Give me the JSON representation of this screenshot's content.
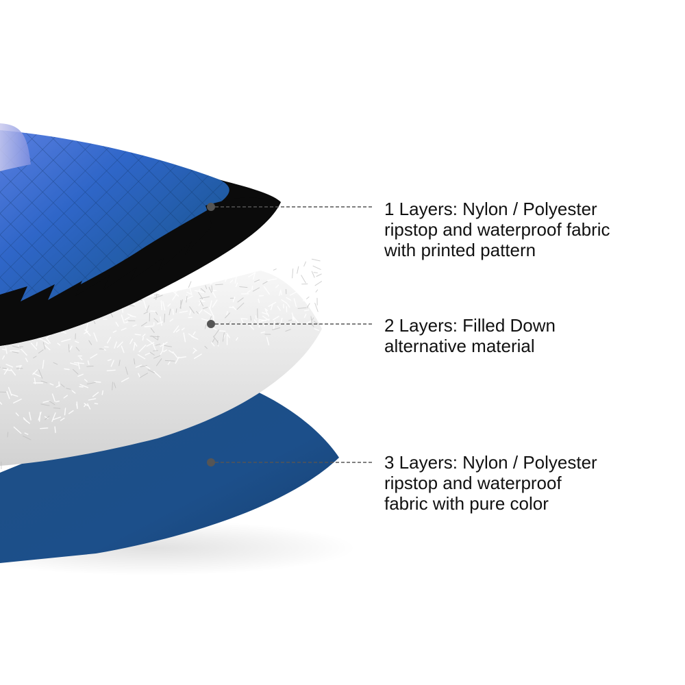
{
  "callouts": [
    {
      "lines": [
        "1 Layers: Nylon / Polyester",
        "ripstop and waterproof fabric",
        "with printed pattern"
      ]
    },
    {
      "lines": [
        "2 Layers: Filled Down",
        "alternative material"
      ]
    },
    {
      "lines": [
        "3 Layers: Nylon / Polyester",
        "ripstop and waterproof",
        "fabric with pure color"
      ]
    }
  ],
  "colors": {
    "top_fabric_blue": "#1f5fa8",
    "top_fabric_backing": "#0b0b0b",
    "filling_white": "#efefef",
    "bottom_fabric_blue": "#1c4f8a",
    "callout_line": "#555555",
    "callout_dot": "#555555"
  }
}
